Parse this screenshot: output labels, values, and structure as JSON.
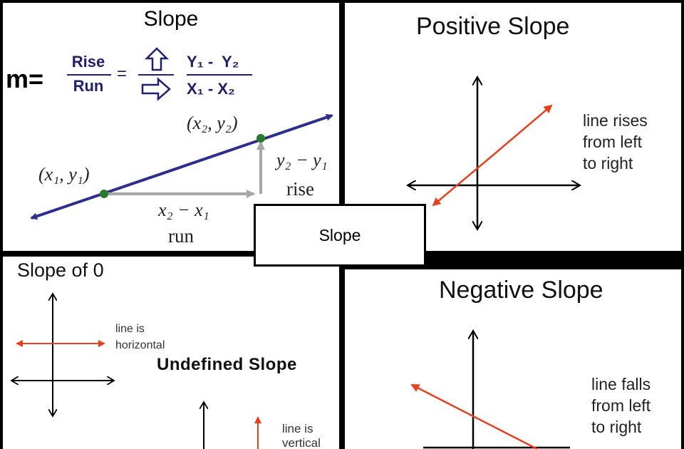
{
  "center_label": "Slope",
  "formula_panel": {
    "title": "Slope",
    "m_label": "m=",
    "rise": "Rise",
    "run": "Run",
    "equals": "=",
    "y1_minus_y2": "Y₁ -  Y₂",
    "x1_minus_x2": "X₁ - X₂",
    "point1_label": "(x₁, y₁)",
    "point2_label": "(x₂, y₂)",
    "run_expr": "x₂ − x₁",
    "run_word": "run",
    "rise_expr": "y₂ − y₁",
    "rise_word": "rise"
  },
  "positive_panel": {
    "title": "Positive Slope",
    "caption_lines": [
      "line rises",
      "from left",
      "to right"
    ]
  },
  "zero_panel": {
    "title": "Slope of 0",
    "caption_lines": [
      "line is",
      "horizontal"
    ],
    "undefined_title": "Undefined Slope",
    "undefined_caption_lines": [
      "line is",
      "vertical"
    ]
  },
  "negative_panel": {
    "title": "Negative Slope",
    "caption_lines": [
      "line falls",
      "from left",
      "to right"
    ]
  },
  "colors": {
    "navy_line": "#2e2e8f",
    "gray_arrow": "#a6a6a6",
    "red_line": "#e8401c",
    "point": "#2a7a2a",
    "background": "#000000"
  }
}
